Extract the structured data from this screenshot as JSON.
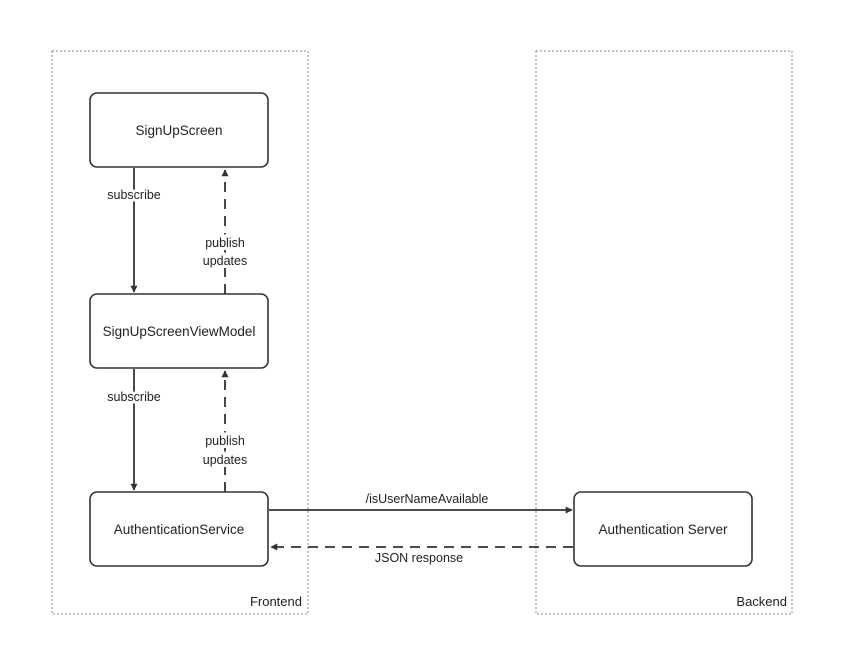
{
  "regions": {
    "frontend": {
      "label": "Frontend"
    },
    "backend": {
      "label": "Backend"
    }
  },
  "nodes": {
    "signup_screen": {
      "label": "SignUpScreen"
    },
    "signup_viewmodel": {
      "label": "SignUpScreenViewModel"
    },
    "auth_service": {
      "label": "AuthenticationService"
    },
    "auth_server": {
      "label": "Authentication Server"
    }
  },
  "edges": {
    "screen_subscribe": {
      "label": "subscribe"
    },
    "screen_publish": {
      "line1": "publish",
      "line2": "updates"
    },
    "viewmodel_subscribe": {
      "label": "subscribe"
    },
    "viewmodel_publish": {
      "line1": "publish",
      "line2": "updates"
    },
    "request": {
      "label": "/isUserNameAvailable"
    },
    "response": {
      "label": "JSON response"
    }
  },
  "colors": {
    "stroke": "#333333",
    "region_border": "#888888",
    "background": "#ffffff"
  }
}
